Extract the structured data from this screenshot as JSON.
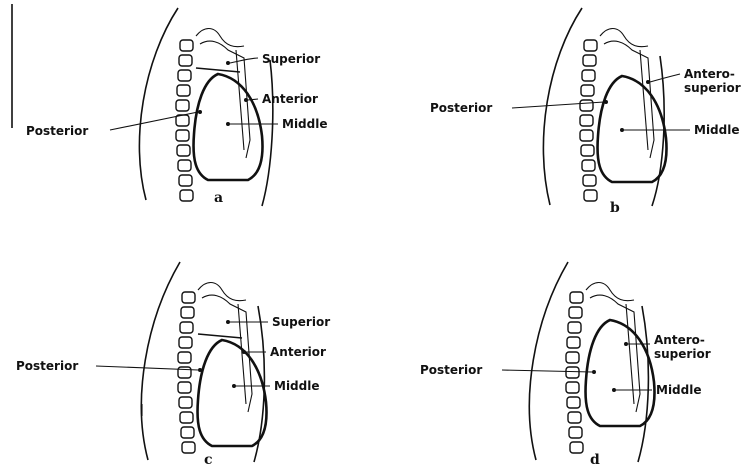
{
  "panels": [
    {
      "caption": "a",
      "labels": {
        "superior": "Superior",
        "anterior": "Anterior",
        "middle": "Middle",
        "posterior": "Posterior"
      }
    },
    {
      "caption": "b",
      "labels": {
        "anterosuperior_line1": "Antero-",
        "anterosuperior_line2": "superior",
        "middle": "Middle",
        "posterior": "Posterior"
      }
    },
    {
      "caption": "c",
      "labels": {
        "superior": "Superior",
        "anterior": "Anterior",
        "middle": "Middle",
        "posterior": "Posterior"
      }
    },
    {
      "caption": "d",
      "labels": {
        "anterosuperior_line1": "Antero-",
        "anterosuperior_line2": "superior",
        "middle": "Middle",
        "posterior": "Posterior"
      }
    }
  ]
}
